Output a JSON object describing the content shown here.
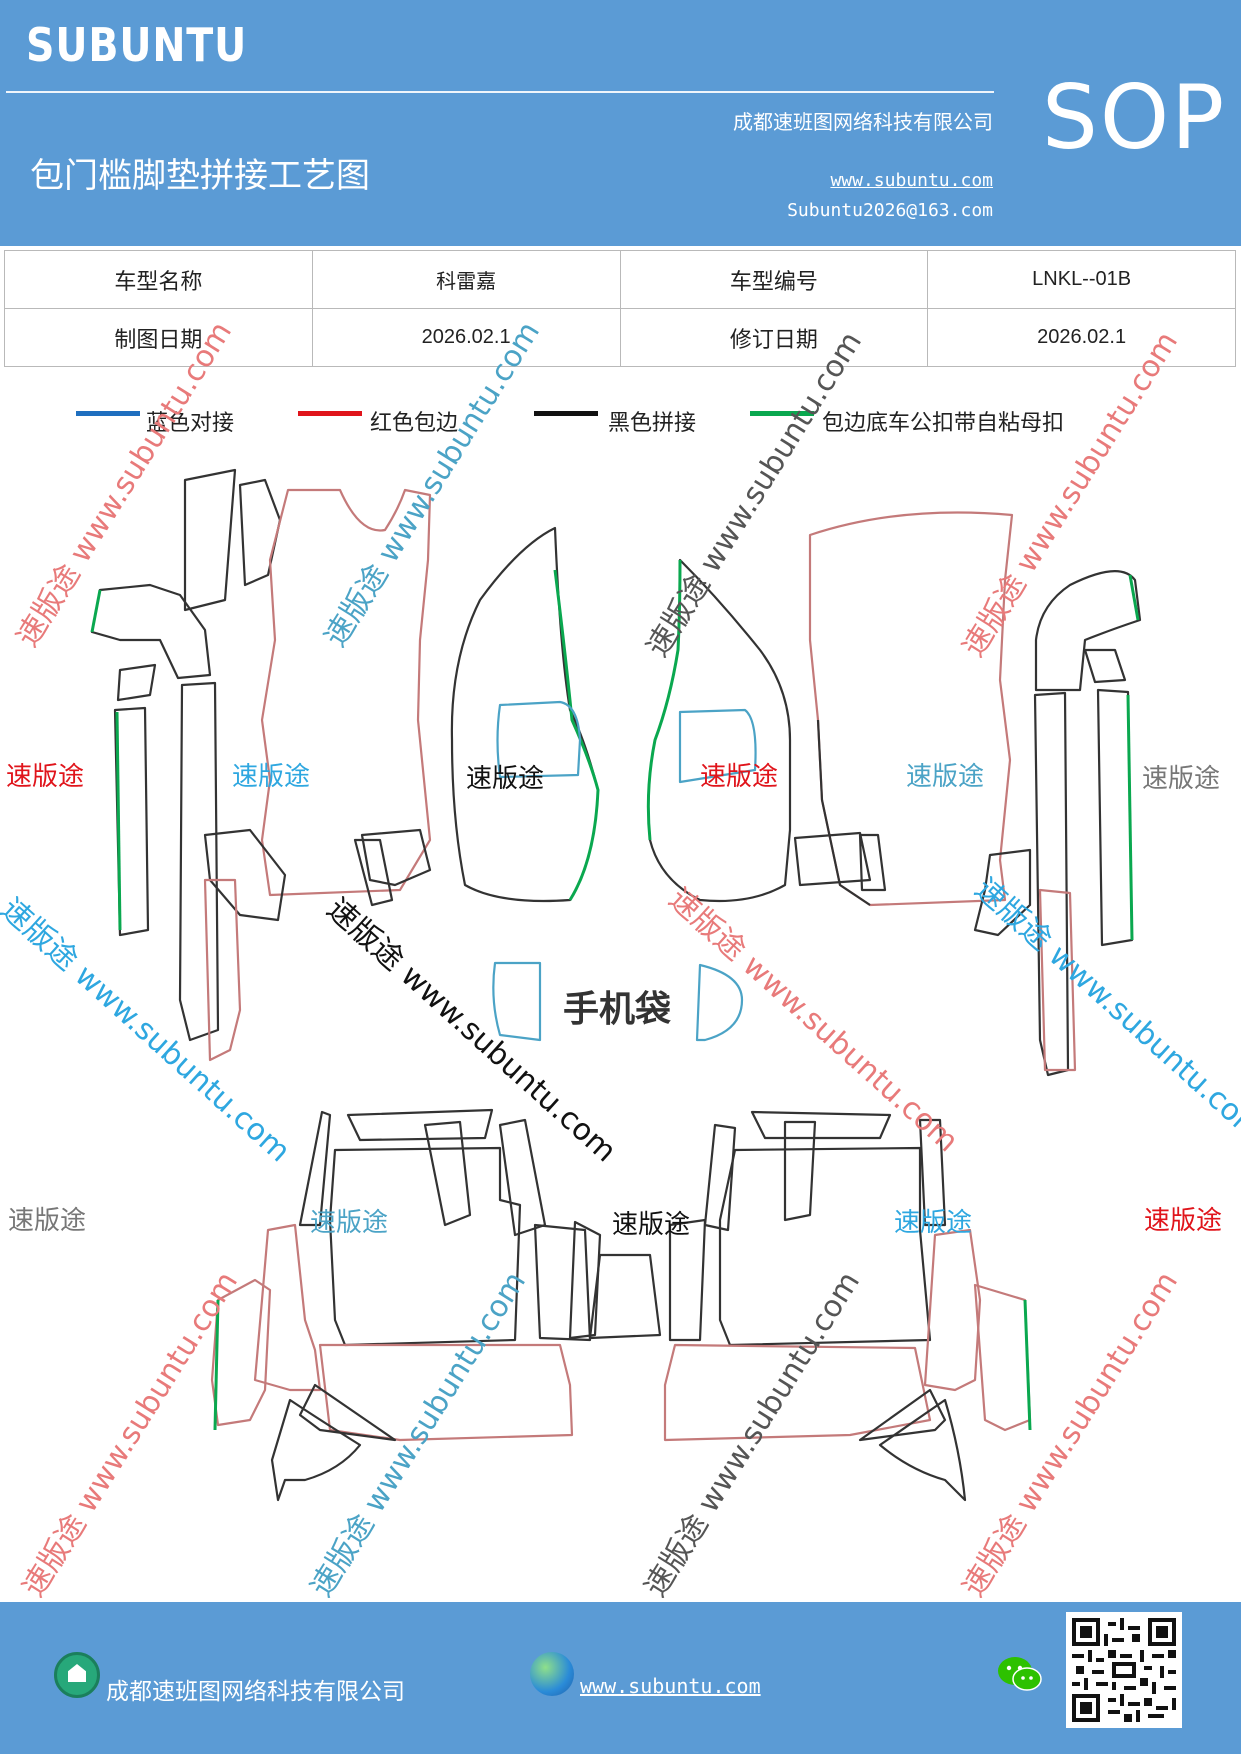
{
  "header": {
    "brand": "SUBUNTU",
    "company": "成都速班图网络科技有限公司",
    "title": "包门槛脚垫拼接工艺图",
    "website": "www.subuntu.com",
    "email": "Subuntu2026@163.com",
    "sop": "SOP"
  },
  "info": {
    "model_name_label": "车型名称",
    "model_name": "科雷嘉",
    "model_code_label": "车型编号",
    "model_code": "LNKL--01B",
    "draw_date_label": "制图日期",
    "draw_date": "2026.02.1",
    "revise_date_label": "修订日期",
    "revise_date": "2026.02.1"
  },
  "legend": {
    "blue": "蓝色对接",
    "red": "红色包边",
    "black": "黑色拼接",
    "green": "包边底车公扣带自粘母扣",
    "colors": {
      "blue": "#1f6fbf",
      "red": "#e0141b",
      "black": "#111111",
      "green": "#0aa84f"
    }
  },
  "drawing": {
    "watermark_brand": "速版途",
    "watermark_url": "www.subuntu.com",
    "watermark_combo": "速版途 www.subuntu.com",
    "phone_pocket": "手机袋"
  },
  "footer": {
    "company": "成都速班图网络科技有限公司",
    "website": "www.subuntu.com",
    "icons": [
      "home-icon",
      "globe-icon",
      "wechat-icon",
      "qr-code"
    ]
  }
}
